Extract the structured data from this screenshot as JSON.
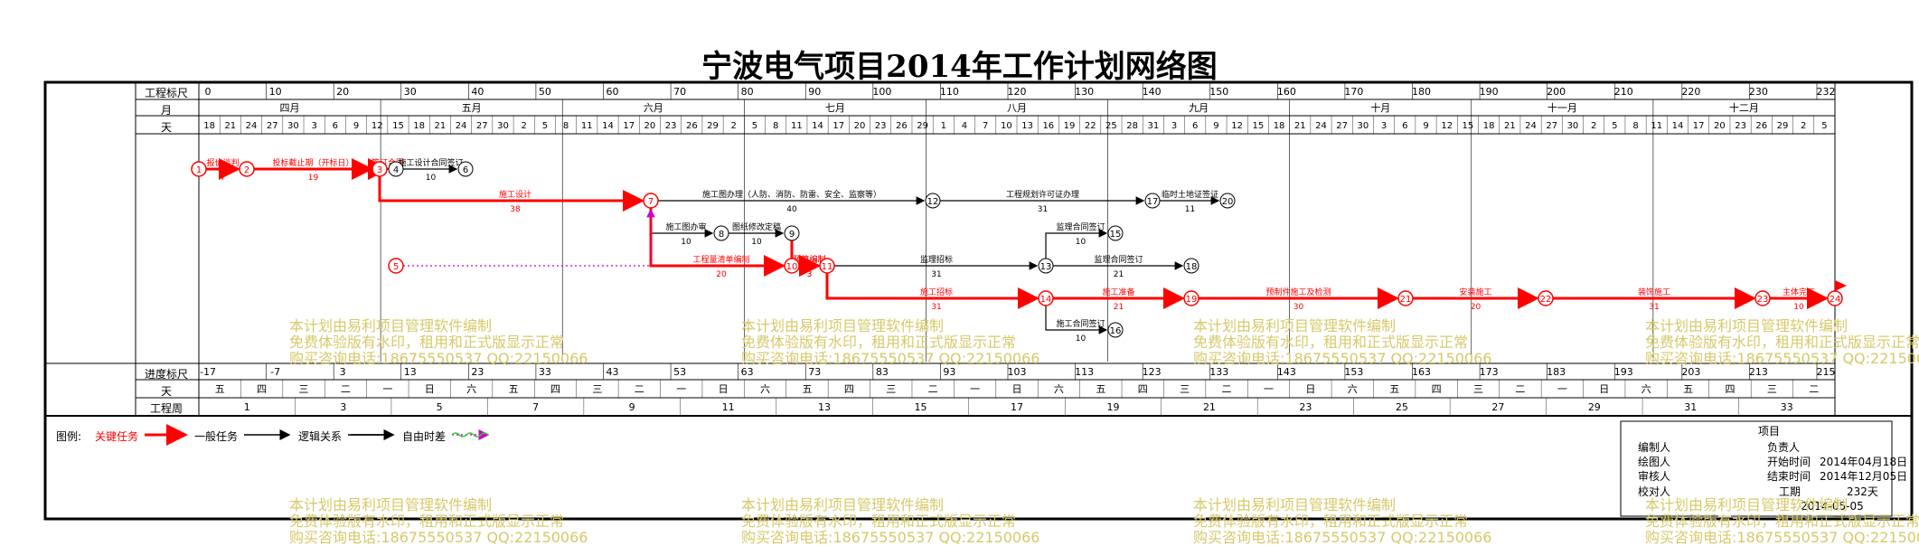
{
  "title": "宁波电气项目2014年工作计划网络图",
  "header": {
    "scale_label": "工程标尺",
    "month_label": "月",
    "day_label": "天",
    "progress_label": "进度标尺",
    "weekday_label": "天",
    "week_label": "工程周"
  },
  "scale_ticks": [
    "0",
    "10",
    "20",
    "30",
    "40",
    "50",
    "60",
    "70",
    "80",
    "90",
    "100",
    "110",
    "120",
    "130",
    "140",
    "150",
    "160",
    "170",
    "180",
    "190",
    "200",
    "210",
    "220",
    "230",
    "232"
  ],
  "months": [
    "四月",
    "五月",
    "六月",
    "七月",
    "八月",
    "九月",
    "十月",
    "十一月",
    "十二月"
  ],
  "days": [
    "18",
    "21",
    "24",
    "27",
    "30",
    "3",
    "6",
    "9",
    "12",
    "15",
    "18",
    "21",
    "24",
    "27",
    "30",
    "2",
    "5",
    "8",
    "11",
    "14",
    "17",
    "20",
    "23",
    "26",
    "29",
    "2",
    "5",
    "8",
    "11",
    "14",
    "17",
    "20",
    "23",
    "26",
    "29",
    "1",
    "4",
    "7",
    "10",
    "13",
    "16",
    "19",
    "22",
    "25",
    "28",
    "31",
    "3",
    "6",
    "9",
    "12",
    "15",
    "18",
    "21",
    "24",
    "27",
    "30",
    "3",
    "6",
    "9",
    "12",
    "15",
    "18",
    "21",
    "24",
    "27",
    "30",
    "2",
    "5",
    "8",
    "11",
    "14",
    "17",
    "20",
    "23",
    "26",
    "29",
    "2",
    "5"
  ],
  "progress_ticks": [
    "-17",
    "-7",
    "3",
    "13",
    "23",
    "33",
    "43",
    "53",
    "63",
    "73",
    "83",
    "93",
    "103",
    "113",
    "123",
    "133",
    "143",
    "153",
    "163",
    "173",
    "183",
    "193",
    "203",
    "213",
    "215"
  ],
  "weekdays": [
    "五",
    "四",
    "三",
    "二",
    "一",
    "日",
    "六",
    "五",
    "四",
    "三",
    "二",
    "一",
    "日",
    "六",
    "五",
    "四",
    "三",
    "二",
    "一",
    "日",
    "六",
    "五",
    "四",
    "三",
    "二",
    "一",
    "日",
    "六",
    "五",
    "四",
    "三",
    "二",
    "一",
    "日",
    "六",
    "五",
    "四",
    "三",
    "二"
  ],
  "weeks": [
    "1",
    "3",
    "5",
    "7",
    "9",
    "11",
    "13",
    "15",
    "17",
    "19",
    "21",
    "23",
    "25",
    "27",
    "29",
    "31",
    "33"
  ],
  "nodes": [
    {
      "id": "1",
      "critical": true
    },
    {
      "id": "2",
      "critical": true
    },
    {
      "id": "3",
      "critical": true
    },
    {
      "id": "4",
      "critical": false
    },
    {
      "id": "5",
      "critical": true
    },
    {
      "id": "6",
      "critical": false
    },
    {
      "id": "7",
      "critical": true
    },
    {
      "id": "8",
      "critical": false
    },
    {
      "id": "9",
      "critical": false
    },
    {
      "id": "10",
      "critical": true
    },
    {
      "id": "11",
      "critical": true
    },
    {
      "id": "12",
      "critical": false
    },
    {
      "id": "13",
      "critical": false
    },
    {
      "id": "14",
      "critical": true
    },
    {
      "id": "15",
      "critical": false
    },
    {
      "id": "16",
      "critical": false
    },
    {
      "id": "17",
      "critical": false
    },
    {
      "id": "18",
      "critical": false
    },
    {
      "id": "19",
      "critical": true
    },
    {
      "id": "20",
      "critical": false
    },
    {
      "id": "21",
      "critical": true
    },
    {
      "id": "22",
      "critical": true
    },
    {
      "id": "23",
      "critical": true
    },
    {
      "id": "24",
      "critical": true
    }
  ],
  "tasks": [
    {
      "name": "报价谈判",
      "duration": "7",
      "critical": true
    },
    {
      "name": "投标截止期（开标日）",
      "duration": "19",
      "critical": true
    },
    {
      "name": "签订合同",
      "duration": "",
      "critical": true
    },
    {
      "name": "施工设计合同签订",
      "duration": "10",
      "critical": false
    },
    {
      "name": "施工设计",
      "duration": "38",
      "critical": true
    },
    {
      "name": "施工图办理（人防、消防、防雷、安全、监察等）",
      "duration": "40",
      "critical": false
    },
    {
      "name": "施工图办审",
      "duration": "10",
      "critical": false
    },
    {
      "name": "图纸修改定稿",
      "duration": "10",
      "critical": false
    },
    {
      "name": "工程量清单编制",
      "duration": "20",
      "critical": true
    },
    {
      "name": "预算编制",
      "duration": "3",
      "critical": true
    },
    {
      "name": "工程规划许可证办理",
      "duration": "31",
      "critical": false
    },
    {
      "name": "临时土地证签证",
      "duration": "11",
      "critical": false
    },
    {
      "name": "监理招标",
      "duration": "31",
      "critical": false
    },
    {
      "name": "监理合同签订",
      "duration": "10",
      "critical": false
    },
    {
      "name": "监理合同签订",
      "duration": "21",
      "critical": false
    },
    {
      "name": "施工招标",
      "duration": "31",
      "critical": true
    },
    {
      "name": "施工准备",
      "duration": "21",
      "critical": true
    },
    {
      "name": "施工合同签订",
      "duration": "10",
      "critical": false
    },
    {
      "name": "预制件施工及检测",
      "duration": "30",
      "critical": true
    },
    {
      "name": "安装施工",
      "duration": "20",
      "critical": true
    },
    {
      "name": "装饰施工",
      "duration": "31",
      "critical": true
    },
    {
      "name": "主体完工",
      "duration": "10",
      "critical": true
    }
  ],
  "legend": {
    "label": "图例:",
    "critical": "关键任务",
    "normal": "一般任务",
    "logic": "逻辑关系",
    "float": "自由时差"
  },
  "info": {
    "project_label": "项目",
    "editor_label": "编制人",
    "owner_label": "负责人",
    "drawer_label": "绘图人",
    "start_label": "开始时间",
    "start_value": "2014年04月18日",
    "reviewer_label": "审核人",
    "end_label": "结束时间",
    "end_value": "2014年12月05日",
    "checker_label": "校对人",
    "period_label": "工期",
    "period_value": "232天",
    "date_value": "2014-05-05"
  },
  "watermark": {
    "line1": "本计划由易利项目管理软件编制",
    "line2": "免费体验版有水印，租用和正式版显示正常",
    "line3": "购买咨询电话:18675550537 QQ:22150066"
  },
  "colors": {
    "critical": "#ff0000",
    "normal": "#000000",
    "float": "#cc00cc",
    "watermark": "#d6c96a"
  }
}
